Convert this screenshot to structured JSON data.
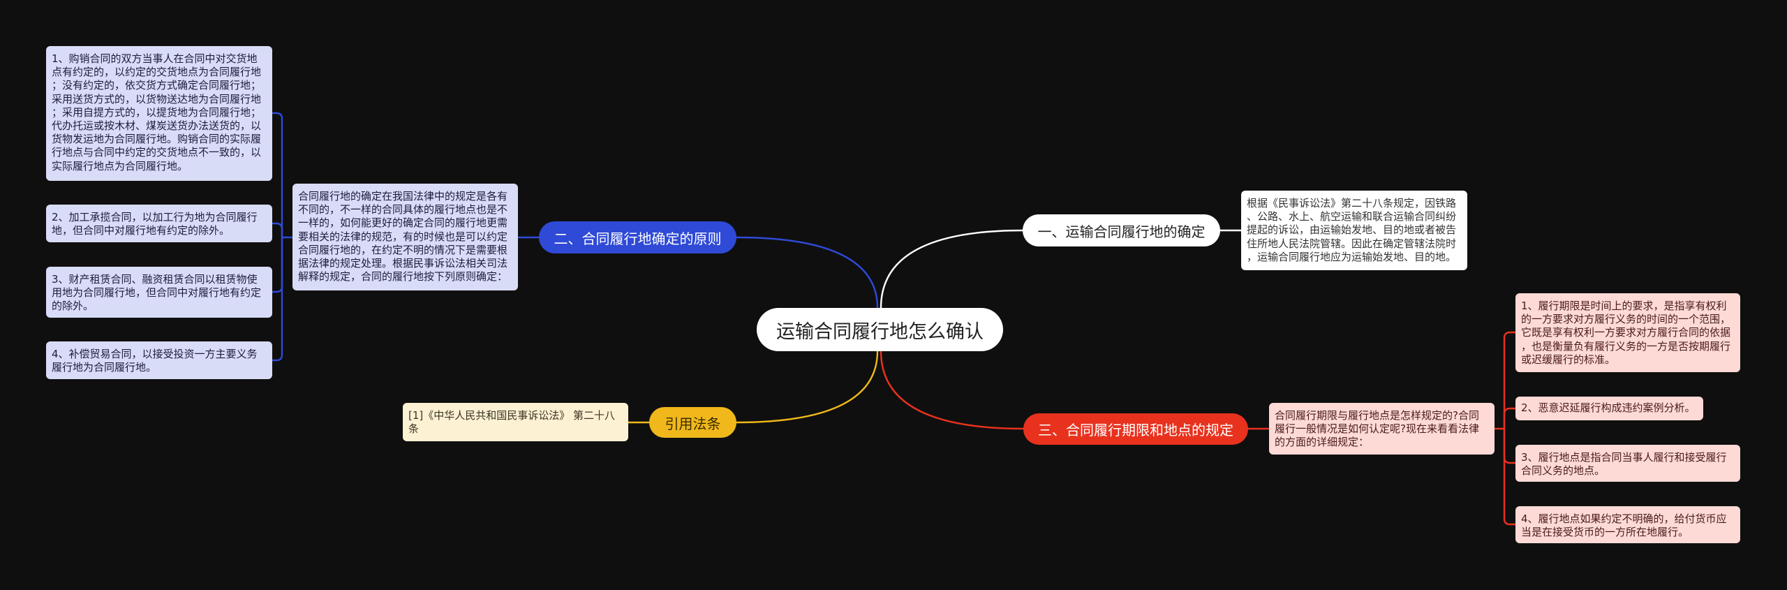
{
  "background": "#0f0f0f",
  "root": {
    "title": "运输合同履行地怎么确认",
    "color": "#ffffff"
  },
  "branches": [
    {
      "label": "一、运输合同履行地的确定",
      "color": "#ffffff",
      "detail": "根据《民事诉讼法》第二十八条规定，因铁路\n、公路、水上、航空运输和联合运输合同纠纷\n提起的诉讼，由运输始发地、目的地或者被告\n住所地人民法院管辖。因此在确定管辖法院时\n，运输合同履行地应为运输始发地、目的地。"
    },
    {
      "label": "二、合同履行地确定的原则",
      "color": "#2f4ad6",
      "summary": "合同履行地的确定在我国法律中的规定是各有\n不同的，不一样的合同具体的履行地点也是不\n一样的，如何能更好的确定合同的履行地更需\n要相关的法律的规范，有的时候也是可以约定\n合同履行地的，在约定不明的情况下是需要根\n据法律的规定处理。根据民事诉讼法相关司法\n解释的规定，合同的履行地按下列原则确定：",
      "items": [
        "1、购销合同的双方当事人在合同中对交货地\n点有约定的，以约定的交货地点为合同履行地\n；没有约定的，依交货方式确定合同履行地；\n采用送货方式的，以货物送达地为合同履行地\n；采用自提方式的，以提货地为合同履行地；\n代办托运或按木材、煤炭送货办法送货的，以\n货物发运地为合同履行地。购销合同的实际履\n行地点与合同中约定的交货地点不一致的，以\n实际履行地点为合同履行地。",
        "2、加工承揽合同，以加工行为地为合同履行\n地，但合同中对履行地有约定的除外。",
        "3、财产租赁合同、融资租赁合同以租赁物使\n用地为合同履行地，但合同中对履行地有约定\n的除外。",
        "4、补偿贸易合同，以接受投资一方主要义务\n履行地为合同履行地。"
      ]
    },
    {
      "label": "三、合同履行期限和地点的规定",
      "color": "#e8321e",
      "summary": "合同履行期限与履行地点是怎样规定的?合同\n履行一般情况是如何认定呢?现在来看看法律\n的方面的详细规定：",
      "items": [
        "1、履行期限是时间上的要求，是指享有权利\n的一方要求对方履行义务的时间的一个范围，\n它既是享有权利一方要求对方履行合同的依据\n，也是衡量负有履行义务的一方是否按期履行\n或迟缓履行的标准。",
        "2、恶意迟延履行构成违约案例分析。",
        "3、履行地点是指合同当事人履行和接受履行\n合同义务的地点。",
        "4、履行地点如果约定不明确的，给付货币应\n当是在接受货币的一方所在地履行。"
      ]
    },
    {
      "label": "引用法条",
      "color": "#f0b81a",
      "items": [
        "[1]《中华人民共和国民事诉讼法》 第二十八\n条"
      ]
    }
  ]
}
